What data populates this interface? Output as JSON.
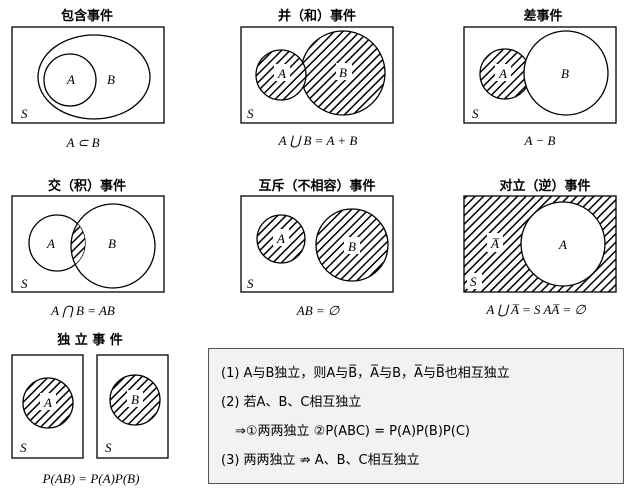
{
  "diagrams": [
    {
      "title": "包含事件",
      "formula": "A ⊂ B",
      "labels": {
        "a": "A",
        "b": "B",
        "s": "S"
      }
    },
    {
      "title": "并（和）事件",
      "formula": "A ⋃ B = A + B",
      "labels": {
        "a": "A",
        "b": "B",
        "s": "S"
      }
    },
    {
      "title": "差事件",
      "formula": "A − B",
      "labels": {
        "a": "A",
        "b": "B",
        "s": "S"
      }
    },
    {
      "title": "交（积）事件",
      "formula": "A ⋂ B = AB",
      "labels": {
        "a": "A",
        "b": "B",
        "s": "S"
      }
    },
    {
      "title": "互斥（不相容）事件",
      "formula": "AB = ∅",
      "labels": {
        "a": "A",
        "b": "B",
        "s": "S"
      }
    },
    {
      "title": "对立（逆）事件",
      "formula": "A ⋃ A̅ = S   AA̅ = ∅",
      "labels": {
        "a": "A̅",
        "b": "A",
        "s": "S"
      }
    }
  ],
  "independent": {
    "title": "独 立 事 件",
    "formula": "P(AB) = P(A)P(B)",
    "labels": {
      "a": "A",
      "b": "B",
      "s": "S"
    }
  },
  "notes": {
    "line1": "(1) A与B独立，则A与B̅，A̅与B，A̅与B̅也相互独立",
    "line2": "(2) 若A、B、C相互独立",
    "line3": "⇒①两两独立   ②P(ABC) = P(A)P(B)P(C)",
    "line4": "(3) 两两独立 ⇏ A、B、C相互独立"
  },
  "colors": {
    "hatch": "#000000",
    "notes_bg": "#f2f2f2",
    "stroke": "#000000"
  }
}
